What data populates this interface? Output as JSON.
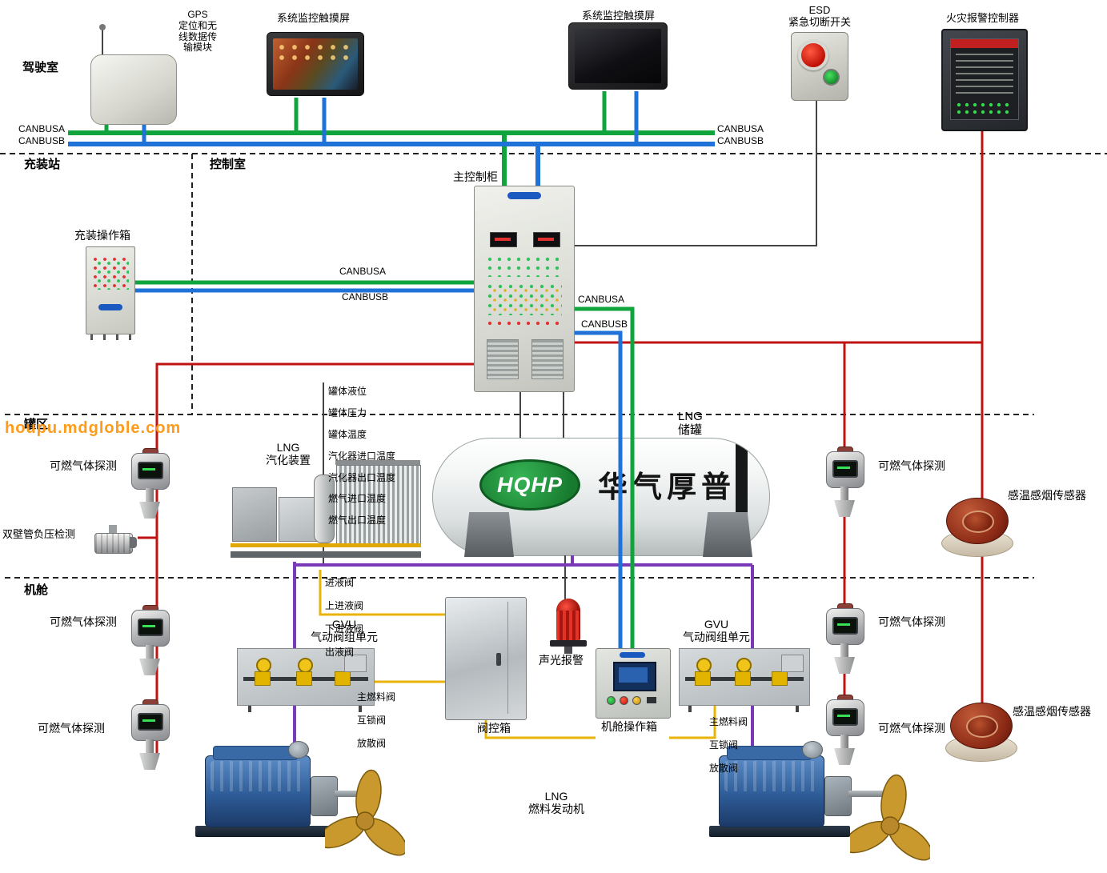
{
  "sections": {
    "cab": "驾驶室",
    "filling_station": "充装站",
    "control_room": "控制室",
    "tank_area": "罐区",
    "engine_room": "机舱"
  },
  "watermark": "houpu.mdgloble.com",
  "bus": {
    "a": "CANBUSA",
    "b": "CANBUSB"
  },
  "devices": {
    "gps": "GPS\n定位和无\n线数据传\n输模块",
    "touchscreen": "系统监控触摸屏",
    "esd": "ESD\n紧急切断开关",
    "fire_controller": "火灾报警控制器",
    "main_cabinet": "主控制柜",
    "filling_box": "充装操作箱",
    "vaporizer": "LNG\n汽化装置",
    "tank": "LNG\n储罐",
    "tank_logo": "HQHP",
    "tank_brand": "华气厚普",
    "gas_detector": "可燃气体探测",
    "double_wall": "双壁管负压检测",
    "smoke_sensor": "感温感烟传感器",
    "gvu": "GVU\n气动阀组单元",
    "sound_light_alarm": "声光报警",
    "valve_box": "阀控箱",
    "cabin_op_box": "机舱操作箱",
    "engine": "LNG\n燃料发动机"
  },
  "tank_signals": [
    "罐体液位",
    "罐体压力",
    "罐体温度",
    "汽化器进口温度",
    "汽化器出口温度",
    "燃气进口温度",
    "燃气出口温度"
  ],
  "liquid_valves": [
    "进液阀",
    "上进液阀",
    "下进液阀",
    "出液阀"
  ],
  "fuel_valves": [
    "主燃料阀",
    "互锁阀",
    "放散阀"
  ],
  "colors": {
    "canbus_a": "#0fa53c",
    "canbus_b": "#1f72d8",
    "alarm_line": "#c11212",
    "fuel_line": "#7a3ab8",
    "control_line": "#eab308"
  }
}
